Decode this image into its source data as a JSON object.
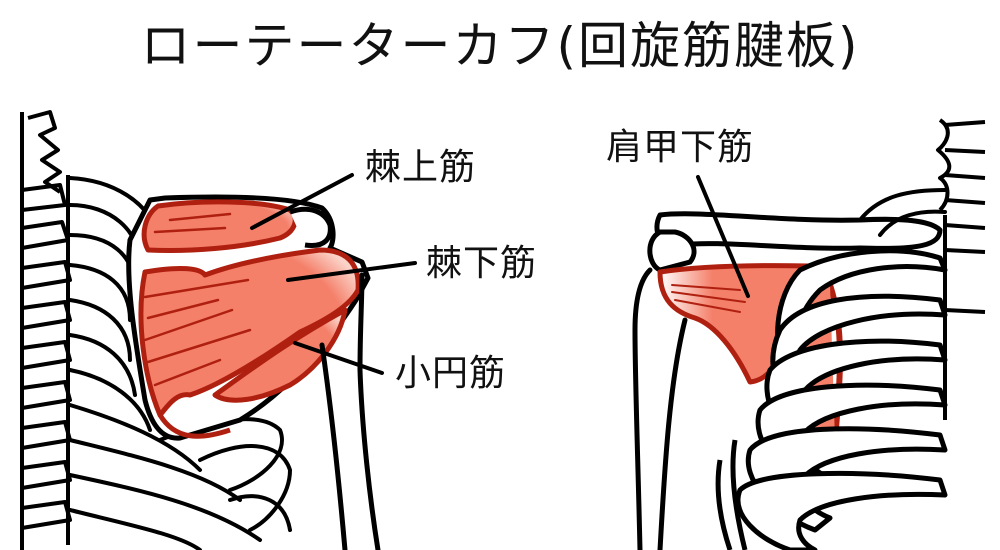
{
  "title": "ローテーターカフ(回旋筋腱板)",
  "colors": {
    "muscle_fill": "#F4806A",
    "muscle_outline": "#B02010",
    "bone_outline": "#000000",
    "bone_fill": "#FFFFFF",
    "background": "#FFFFFF"
  },
  "views": {
    "posterior": {
      "labels": [
        {
          "id": "supraspinatus",
          "text": "棘上筋"
        },
        {
          "id": "infraspinatus",
          "text": "棘下筋"
        },
        {
          "id": "teres_minor",
          "text": "小円筋"
        }
      ]
    },
    "anterior": {
      "labels": [
        {
          "id": "subscapularis",
          "text": "肩甲下筋"
        }
      ]
    }
  }
}
